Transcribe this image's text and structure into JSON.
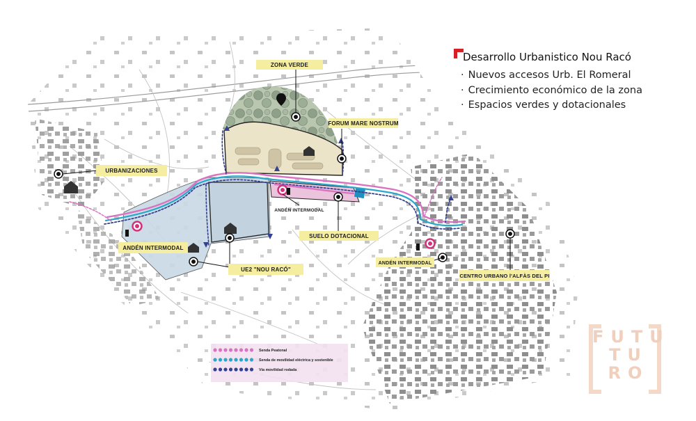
{
  "info_panel": {
    "title": "Desarrollo Urbanistico Nou Racó",
    "items": [
      {
        "bullet": "·",
        "text": "Nuevos accesos Urb. El Romeral"
      },
      {
        "bullet": "·",
        "text": "Crecimiento económico de la zona"
      },
      {
        "bullet": "·",
        "text": "Espacios verdes y dotacionales"
      }
    ]
  },
  "labels": {
    "zona_verde": "ZONA VERDE",
    "forum": "FORUM MARE NOSTRUM",
    "urbanizaciones": "URBANIZACIONES",
    "anden_top": "ANDÉN INTERMODAL",
    "suelo": "SUELO DOTACIONAL",
    "anden_left": "ANDÉN INTERMODAL",
    "ue2": "UE2 \"NOU RACÓ\"",
    "anden_right": "ANDÉN INTERMODAL",
    "centro": "CENTRO URBANO l'ALFÀS DEL PI"
  },
  "legend": {
    "items": [
      {
        "label": "Senda Peatonal",
        "color": "#d873c0"
      },
      {
        "label": "Senda de movilidad eléctrica y sostenible",
        "color": "#2aa6c8"
      },
      {
        "label": "Vía movilidad rodada",
        "color": "#34418f"
      }
    ]
  },
  "logo": {
    "line1": "FUTU",
    "line2": "TURO"
  },
  "colors": {
    "label_bg": "#f5eea0",
    "ue2_fill": "#c9dae6",
    "dotacional_fill": "#ecc3dd",
    "forum_fill": "#ece4c9",
    "green_fill": "#b9c7b0",
    "road_pink": "#d873c0",
    "road_cyan": "#2aa6c8",
    "road_navy": "#34418f",
    "accent_red": "#d71f26"
  }
}
